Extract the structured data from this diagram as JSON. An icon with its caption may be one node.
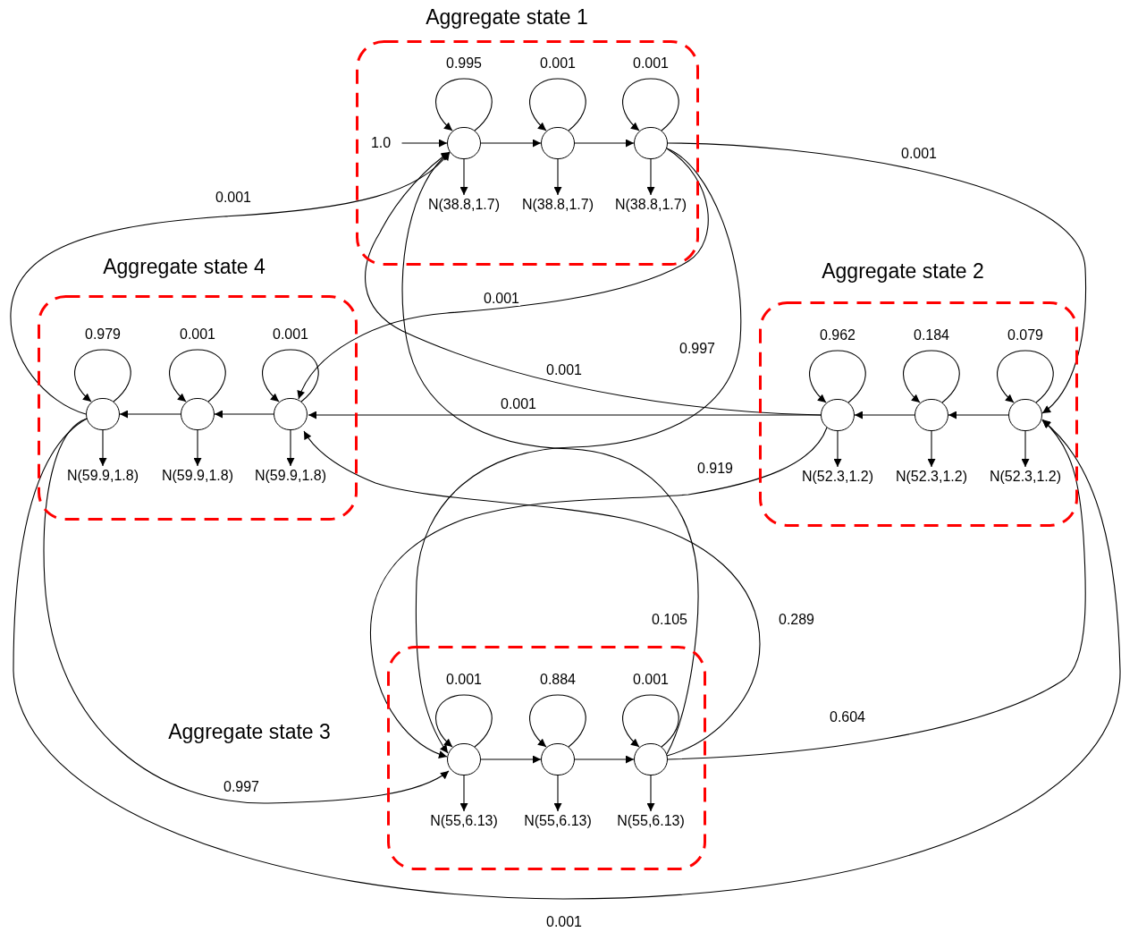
{
  "diagram": {
    "nodes": [
      {
        "text": [
          "Aggregate state 1"
        ]
      },
      {
        "text": [],
        "shape": "circle",
        "in": 0
      },
      {
        "text": [],
        "shape": "circle",
        "in": 0
      },
      {
        "text": [],
        "shape": "circle",
        "in": 0
      },
      {
        "text": [
          "N(38.8,1.7)"
        ],
        "in": 0
      },
      {
        "text": [
          "N(38.8,1.7)"
        ],
        "in": 0
      },
      {
        "text": [
          "N(38.8,1.7)"
        ],
        "in": 0
      },
      {
        "text": [
          "Aggregate state 4"
        ]
      },
      {
        "text": [],
        "shape": "circle",
        "in": 7
      },
      {
        "text": [],
        "shape": "circle",
        "in": 7
      },
      {
        "text": [],
        "shape": "circle",
        "in": 7
      },
      {
        "text": [
          "N(59.9,1.8)"
        ],
        "in": 7
      },
      {
        "text": [
          "N(59.9,1.8)"
        ],
        "in": 7
      },
      {
        "text": [
          "N(59.9,1.8)"
        ],
        "in": 7
      },
      {
        "text": [
          "Aggregate state 2"
        ]
      },
      {
        "text": [],
        "shape": "circle",
        "in": 14
      },
      {
        "text": [],
        "shape": "circle",
        "in": 14
      },
      {
        "text": [],
        "shape": "circle",
        "in": 14
      },
      {
        "text": [
          "N(52.3,1.2)"
        ],
        "in": 14
      },
      {
        "text": [
          "N(52.3,1.2)"
        ],
        "in": 14
      },
      {
        "text": [
          "N(52.3,1.2)"
        ],
        "in": 14
      },
      {
        "text": [
          "Aggregate state 3"
        ]
      },
      {
        "text": [],
        "shape": "circle",
        "in": 21
      },
      {
        "text": [],
        "shape": "circle",
        "in": 21
      },
      {
        "text": [],
        "shape": "circle",
        "in": 21
      },
      {
        "text": [
          "N(55,6.13)"
        ],
        "in": 21
      },
      {
        "text": [
          "N(55,6.13)"
        ],
        "in": 21
      },
      {
        "text": [
          "N(55,6.13)"
        ],
        "in": 21
      },
      {
        "text": [
          "1.0"
        ],
        "in": 0
      }
    ],
    "edges": [
      {
        "from": 28,
        "to": 1,
        "arrow": "to"
      },
      {
        "from": 1,
        "to": 1,
        "label": "0.995",
        "arrow": "to"
      },
      {
        "from": 2,
        "to": 2,
        "label": "0.001",
        "arrow": "to"
      },
      {
        "from": 3,
        "to": 3,
        "label": "0.001",
        "arrow": "to"
      },
      {
        "from": 1,
        "to": 2,
        "arrow": "to"
      },
      {
        "from": 2,
        "to": 3,
        "arrow": "to"
      },
      {
        "from": 1,
        "to": 4,
        "arrow": "to"
      },
      {
        "from": 2,
        "to": 5,
        "arrow": "to"
      },
      {
        "from": 3,
        "to": 6,
        "arrow": "to"
      },
      {
        "from": 8,
        "to": 8,
        "label": "0.979",
        "arrow": "to"
      },
      {
        "from": 9,
        "to": 9,
        "label": "0.001",
        "arrow": "to"
      },
      {
        "from": 10,
        "to": 10,
        "label": "0.001",
        "arrow": "to"
      },
      {
        "from": 10,
        "to": 9,
        "arrow": "to"
      },
      {
        "from": 9,
        "to": 8,
        "arrow": "to"
      },
      {
        "from": 8,
        "to": 11,
        "arrow": "to"
      },
      {
        "from": 9,
        "to": 12,
        "arrow": "to"
      },
      {
        "from": 10,
        "to": 13,
        "arrow": "to"
      },
      {
        "from": 15,
        "to": 15,
        "label": "0.962",
        "arrow": "to"
      },
      {
        "from": 16,
        "to": 16,
        "label": "0.184",
        "arrow": "to"
      },
      {
        "from": 17,
        "to": 17,
        "label": "0.079",
        "arrow": "to"
      },
      {
        "from": 17,
        "to": 16,
        "arrow": "to"
      },
      {
        "from": 16,
        "to": 15,
        "arrow": "to"
      },
      {
        "from": 15,
        "to": 18,
        "arrow": "to"
      },
      {
        "from": 16,
        "to": 19,
        "arrow": "to"
      },
      {
        "from": 17,
        "to": 20,
        "arrow": "to"
      },
      {
        "from": 22,
        "to": 22,
        "label": "0.001",
        "arrow": "to"
      },
      {
        "from": 23,
        "to": 23,
        "label": "0.884",
        "arrow": "to"
      },
      {
        "from": 24,
        "to": 24,
        "label": "0.001",
        "arrow": "to"
      },
      {
        "from": 22,
        "to": 23,
        "arrow": "to"
      },
      {
        "from": 23,
        "to": 24,
        "arrow": "to"
      },
      {
        "from": 22,
        "to": 25,
        "arrow": "to"
      },
      {
        "from": 23,
        "to": 26,
        "arrow": "to"
      },
      {
        "from": 24,
        "to": 27,
        "arrow": "to"
      },
      {
        "from": 3,
        "to": 17,
        "label": "0.001",
        "arrow": "to"
      },
      {
        "from": 3,
        "to": 10,
        "label": "0.001",
        "arrow": "to"
      },
      {
        "from": 3,
        "to": 22,
        "label": "0.997",
        "arrow": "to"
      },
      {
        "from": 8,
        "to": 1,
        "label": "0.001",
        "arrow": "to"
      },
      {
        "from": 8,
        "to": 22,
        "label": "0.997",
        "arrow": "to"
      },
      {
        "from": 8,
        "to": 17,
        "label": "0.001",
        "arrow": "to"
      },
      {
        "from": 15,
        "to": 10,
        "label": "0.001",
        "arrow": "to"
      },
      {
        "from": 15,
        "to": 1,
        "label": "0.001",
        "arrow": "to"
      },
      {
        "from": 15,
        "to": 22,
        "label": "0.919",
        "arrow": "to"
      },
      {
        "from": 24,
        "to": 1,
        "label": "0.105",
        "arrow": "to"
      },
      {
        "from": 24,
        "to": 10,
        "label": "0.289",
        "arrow": "to"
      },
      {
        "from": 24,
        "to": 17,
        "label": "0.604",
        "arrow": "to"
      }
    ]
  }
}
